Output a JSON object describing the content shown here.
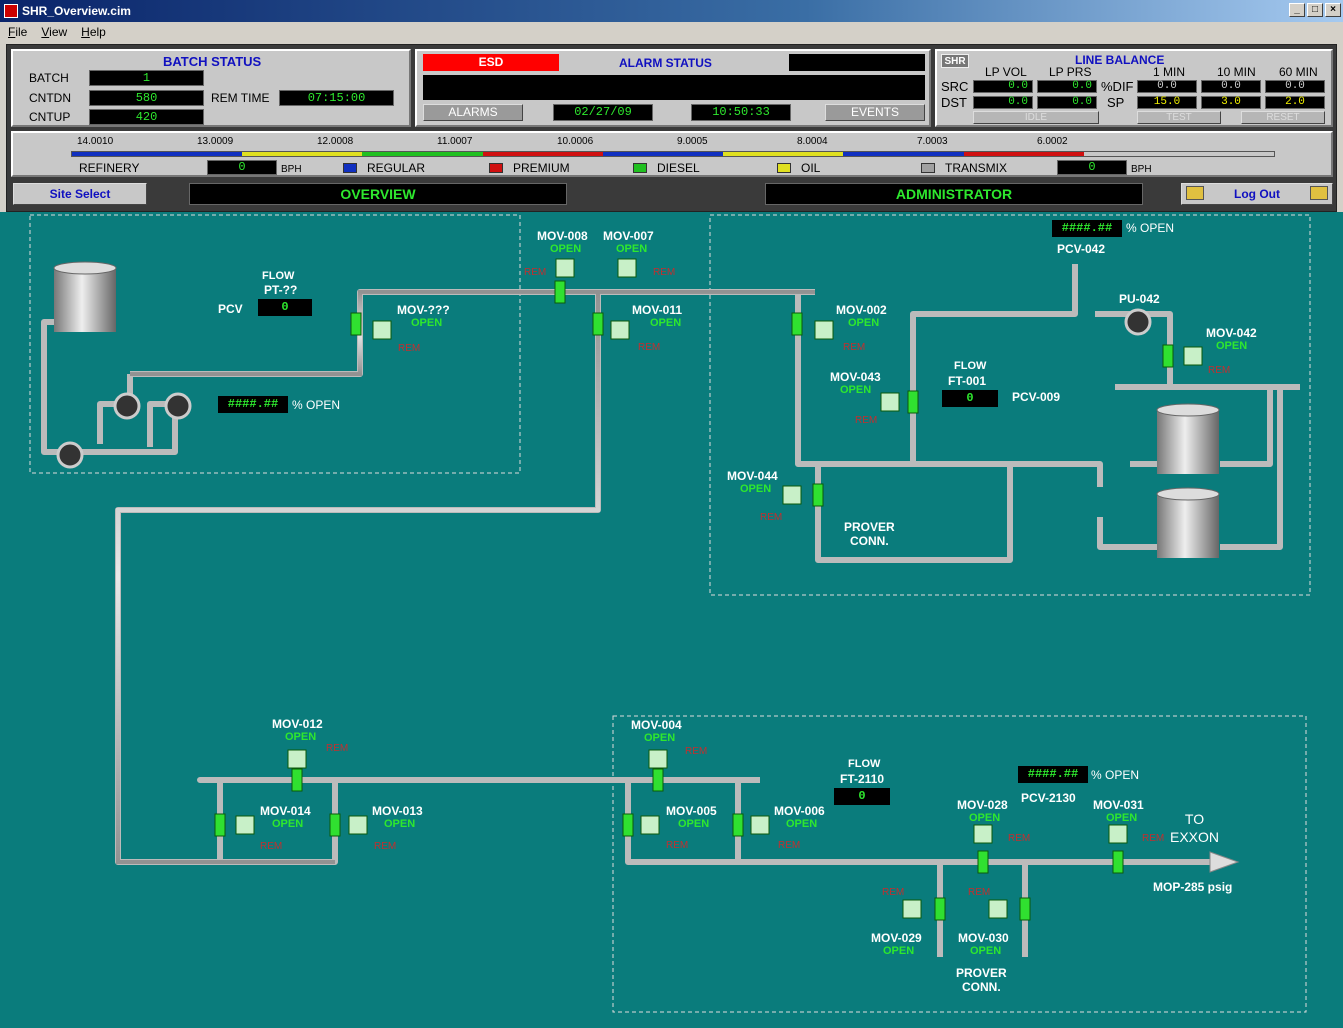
{
  "window": {
    "title": "SHR_Overview.cim"
  },
  "menu": [
    "File",
    "View",
    "Help"
  ],
  "batch": {
    "title": "BATCH STATUS",
    "batch_label": "BATCH",
    "batch": "1",
    "cntdn_label": "CNTDN",
    "cntdn": "580",
    "cntup_label": "CNTUP",
    "cntup": "420",
    "rem_label": "REM TIME",
    "rem": "07:15:00"
  },
  "alarm": {
    "esd": "ESD",
    "title": "ALARM STATUS",
    "alarms": "ALARMS",
    "date": "02/27/09",
    "time": "10:50:33",
    "events": "EVENTS"
  },
  "line": {
    "shr": "SHR",
    "title": "LINE BALANCE",
    "lp_vol": "LP VOL",
    "lp_prs": "LP PRS",
    "min1": "1 MIN",
    "min10": "10 MIN",
    "min60": "60 MIN",
    "src": "SRC",
    "dst": "DST",
    "pdif": "%DIF",
    "sp": "SP",
    "src_vol": "0.0",
    "src_prs": "0.0",
    "dst_vol": "0.0",
    "dst_prs": "0.0",
    "dif1": "0.0",
    "dif10": "0.0",
    "dif60": "0.0",
    "sp1": "15.0",
    "sp10": "3.0",
    "sp60": "2.0",
    "idle": "IDLE",
    "test": "TEST",
    "reset": "RESET"
  },
  "bar": {
    "ticks": [
      "14.0010",
      "13.0009",
      "12.0008",
      "11.0007",
      "10.0006",
      "9.0005",
      "8.0004",
      "7.0003",
      "6.0002"
    ],
    "refinery": "REFINERY",
    "ref_val": "0",
    "bph": "BPH",
    "bph2": "BPH",
    "tm_val": "0",
    "legend": [
      {
        "name": "REGULAR",
        "color": "#1030c0"
      },
      {
        "name": "PREMIUM",
        "color": "#d01010"
      },
      {
        "name": "DIESEL",
        "color": "#20c020"
      },
      {
        "name": "OIL",
        "color": "#e0e020"
      },
      {
        "name": "TRANSMIX",
        "color": "#a0a0a0"
      }
    ]
  },
  "nav": {
    "site": "Site Select",
    "overview": "OVERVIEW",
    "admin": "ADMINISTRATOR",
    "logout": "Log Out"
  },
  "diagram": {
    "flow_pt": {
      "label": "FLOW",
      "tag": "PT-??",
      "val": "0"
    },
    "pcv": "PCV",
    "pcv_pct": "####.##",
    "open_pct": "% OPEN",
    "mov_q": "MOV-???",
    "mov008": "MOV-008",
    "mov007": "MOV-007",
    "mov011": "MOV-011",
    "mov002": "MOV-002",
    "mov043": "MOV-043",
    "mov044": "MOV-044",
    "mov042": "MOV-042",
    "open": "OPEN",
    "rem": "REM",
    "pcv042": "PCV-042",
    "pcv042_pct": "####.##",
    "pu042": "PU-042",
    "flow_ft001": {
      "label": "FLOW",
      "tag": "FT-001",
      "val": "0"
    },
    "pcv009": "PCV-009",
    "prover1": "PROVER\nCONN.",
    "mov012": "MOV-012",
    "mov014": "MOV-014",
    "mov013": "MOV-013",
    "mov004": "MOV-004",
    "mov005": "MOV-005",
    "mov006": "MOV-006",
    "flow_ft2110": {
      "label": "FLOW",
      "tag": "FT-2110",
      "val": "0"
    },
    "pcv2130": "PCV-2130",
    "pcv2130_pct": "####.##",
    "mov028": "MOV-028",
    "mov031": "MOV-031",
    "mov029": "MOV-029",
    "mov030": "MOV-030",
    "prover2": "PROVER\nCONN.",
    "to_exxon": "TO\nEXXON",
    "mop": "MOP-285 psig"
  }
}
